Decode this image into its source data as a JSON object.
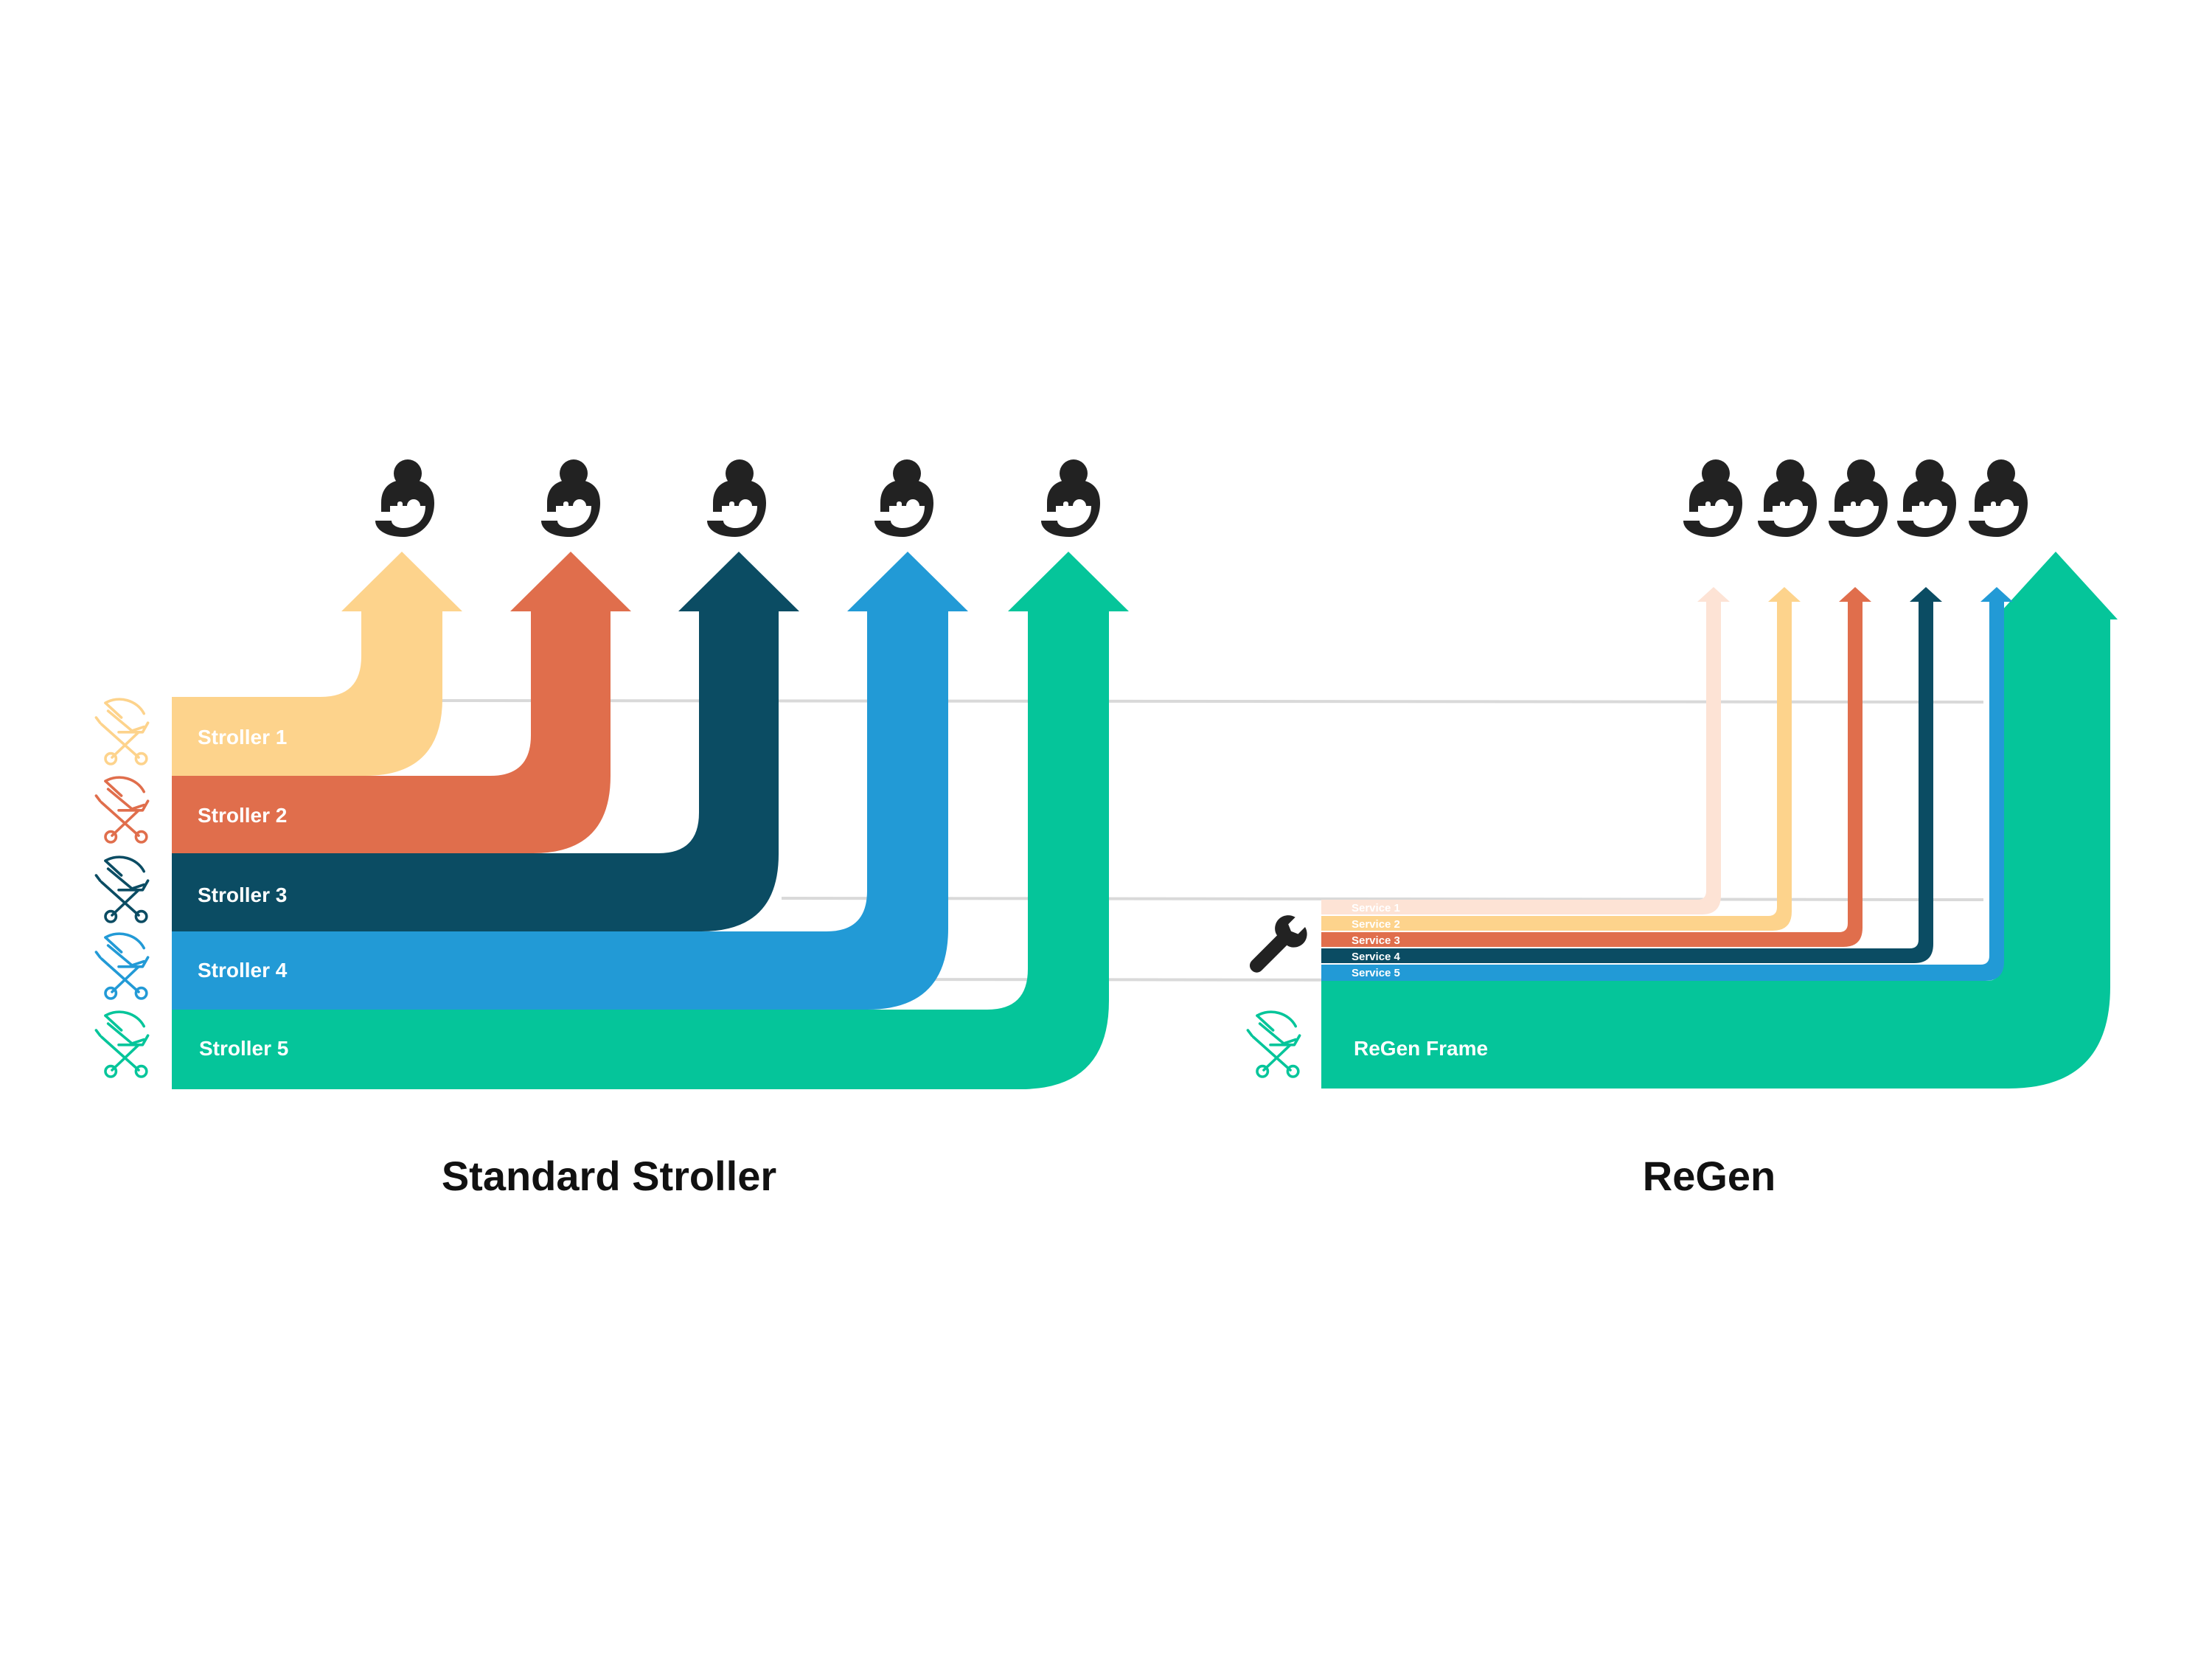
{
  "colors": {
    "stroller_1": "#FDD38C",
    "stroller_2": "#E06E4C",
    "stroller_3": "#0B4C63",
    "stroller_4": "#229AD6",
    "stroller_5": "#05C59A",
    "service_1": "#FDE3D5",
    "guide_line": "#D9D9D9",
    "icon_dark": "#222222"
  },
  "standard": {
    "title": "Standard Stroller",
    "bands": [
      {
        "label": "Stroller 1",
        "color_key": "stroller_1"
      },
      {
        "label": "Stroller 2",
        "color_key": "stroller_2"
      },
      {
        "label": "Stroller 3",
        "color_key": "stroller_3"
      },
      {
        "label": "Stroller 4",
        "color_key": "stroller_4"
      },
      {
        "label": "Stroller 5",
        "color_key": "stroller_5"
      }
    ]
  },
  "regen": {
    "title": "ReGen",
    "frame_label": "ReGen Frame",
    "services": [
      {
        "label": "Service 1",
        "color_key": "service_1"
      },
      {
        "label": "Service 2",
        "color_key": "stroller_1"
      },
      {
        "label": "Service 3",
        "color_key": "stroller_2"
      },
      {
        "label": "Service 4",
        "color_key": "stroller_3"
      },
      {
        "label": "Service 5",
        "color_key": "stroller_4"
      }
    ]
  },
  "icons": {
    "stroller": "stroller-icon",
    "parent": "parent-with-baby-icon",
    "wrench": "wrench-icon"
  }
}
